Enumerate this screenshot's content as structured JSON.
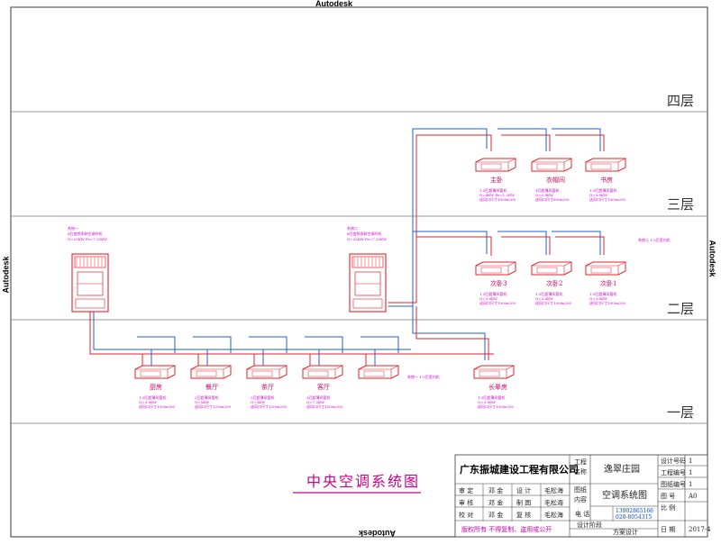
{
  "watermarks": {
    "top": "Autodesk",
    "bottom": "Autodesk",
    "left": "Autodesk",
    "right": "Autodesk"
  },
  "floors": [
    "四层",
    "三层",
    "二层",
    "一层"
  ],
  "drawing_title": "中央空调系统图",
  "outdoor_units": [
    {
      "label": "系统一",
      "spec1": "8匹变频多联空调外机",
      "spec2": "Q=25KW Pe=7.35KW"
    },
    {
      "label": "系统二",
      "spec1": "8匹变频多联空调外机",
      "spec2": "Q=25KW Pe=7.35KW"
    }
  ],
  "floor3_rooms": [
    {
      "name": "主卧",
      "spec": [
        "1.5匹超薄风管机",
        "Q=4KW Pe=1.2KW",
        "送风口尺寸1000x200"
      ]
    },
    {
      "name": "衣帽间",
      "spec": [
        "1匹超薄风管机",
        "Q=2.8KW",
        "送风口尺寸800x200"
      ]
    },
    {
      "name": "书房",
      "spec": [
        "1.5匹超薄风管机",
        "Q=3.6KW",
        "送风口尺寸1000x200"
      ]
    }
  ],
  "floor2_rooms": [
    {
      "name": "次卧1",
      "spec": [
        "1.5匹超薄风管机",
        "Q=3.6KW",
        "送风口尺寸1000x200"
      ]
    },
    {
      "name": "次卧2",
      "spec": [
        "1.5匹超薄风管机",
        "Q=3.6KW",
        "送风口尺寸1000x200"
      ]
    },
    {
      "name": "次卧3",
      "spec": [
        "1.5匹超薄风管机",
        "Q=3.6KW",
        "送风口尺寸1000x200"
      ]
    }
  ],
  "floor2_note": "系统二 1-3匹室内机",
  "floor1_rooms": [
    {
      "name": "厨房",
      "spec": [
        "1.5匹超薄风管机",
        "Q=3.6KW",
        "送风口尺寸1000x200"
      ]
    },
    {
      "name": "餐厅",
      "spec": [
        "2匹超薄风管机",
        "Q=5KW",
        "送风口尺寸1200x200"
      ]
    },
    {
      "name": "茶厅",
      "spec": [
        "2匹超薄风管机",
        "Q=5KW",
        "送风口尺寸1200x200"
      ]
    },
    {
      "name": "客厅",
      "spec": [
        "3匹超薄风管机",
        "Q=7.2KW",
        "送风口尺寸1500x200"
      ]
    },
    {
      "name": "",
      "spec": []
    },
    {
      "name": "长辈房",
      "spec": [
        "1.5匹超薄风管机",
        "Q=3.6KW",
        "送风口尺寸1000x200"
      ]
    }
  ],
  "floor1_note": "系统一 1-3匹室内机",
  "title_block": {
    "company": "广东振城建设工程有限公司",
    "project_label_1": "工程",
    "project_label_2": "名称",
    "project_name": "逸翠庄园",
    "drawing_label_1": "图纸",
    "drawing_label_2": "内容",
    "drawing_name": "空调系统图",
    "right_labels": [
      "设计号码",
      "工程编号",
      "图纸编号",
      "图 号",
      "比 例",
      "日 期"
    ],
    "right_values": [
      "1",
      "1",
      "1",
      "A0",
      "",
      "2017-4"
    ],
    "roles": [
      {
        "role": "审 定",
        "name": "邓 金",
        "role2": "设 计",
        "name2": "毛松海"
      },
      {
        "role": "审 核",
        "name": "邓 金",
        "role2": "制 图",
        "name2": "毛松海"
      },
      {
        "role": "校 对",
        "name": "邓 金",
        "role2": "复 核",
        "name2": "毛松海"
      }
    ],
    "tel_label": "电 话",
    "tel1": "13902865166",
    "tel2": "020-8054315",
    "copyright": "版权所有 不得复制、盗用或公开",
    "stage_label": "设计阶段",
    "stage_value": "方案设计"
  },
  "colors": {
    "pipe_red": "#e6202a",
    "pipe_blue": "#1f5fd1",
    "frame": "#3a3a3a",
    "label_pink": "#cc0066"
  }
}
